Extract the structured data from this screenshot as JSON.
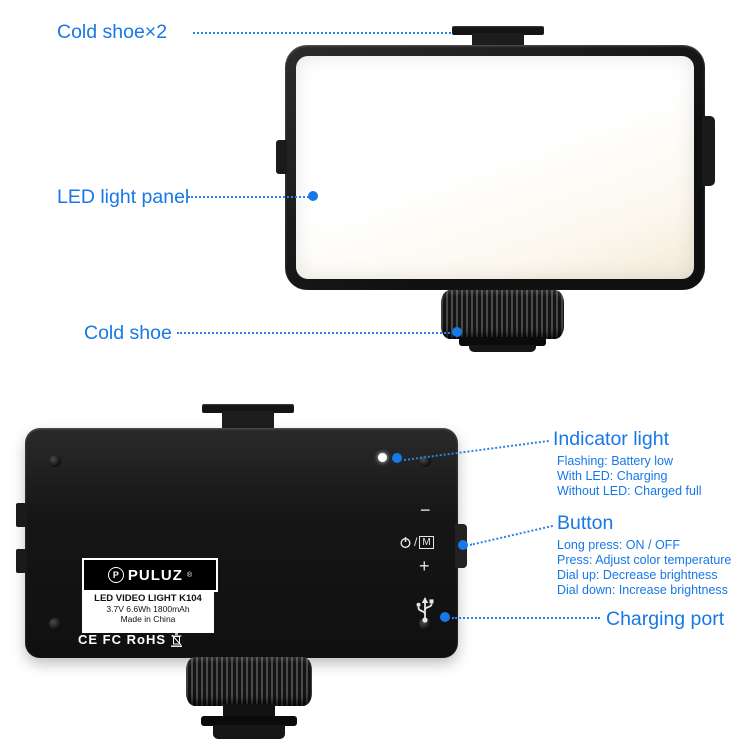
{
  "meta": {
    "accent_color": "#1778e8",
    "background_color": "#ffffff",
    "product": "LED video light annotated diagram"
  },
  "front_view": {
    "label_cold_shoe_top": "Cold shoe×2",
    "label_led_panel": "LED light panel",
    "label_cold_shoe_bottom": "Cold shoe"
  },
  "back_view": {
    "indicator": {
      "title": "Indicator light",
      "lines": [
        "Flashing: Battery low",
        "With LED: Charging",
        "Without LED: Charged full"
      ]
    },
    "button": {
      "title": "Button",
      "lines": [
        "Long press: ON / OFF",
        "Press: Adjust color temperature",
        "Dial up: Decrease brightness",
        "Dial down: Increase brightness"
      ]
    },
    "charging": {
      "title": "Charging port"
    },
    "panel_print": {
      "brand_p": "P",
      "brand": "PULUZ",
      "reg_mark": "®",
      "model": "LED VIDEO LIGHT K104",
      "battery_spec": "3.7V 6.6Wh 1800mAh",
      "origin": "Made in China",
      "certifications": "CE FC RoHS",
      "minus_symbol": "−",
      "plus_symbol": "+",
      "power_slash": "/",
      "mode_letter": "M"
    }
  },
  "icons": {
    "power": "power-icon",
    "usb": "usb-icon",
    "weee_bin": "weee-bin-icon",
    "brand_badge": "circled-p-icon"
  }
}
